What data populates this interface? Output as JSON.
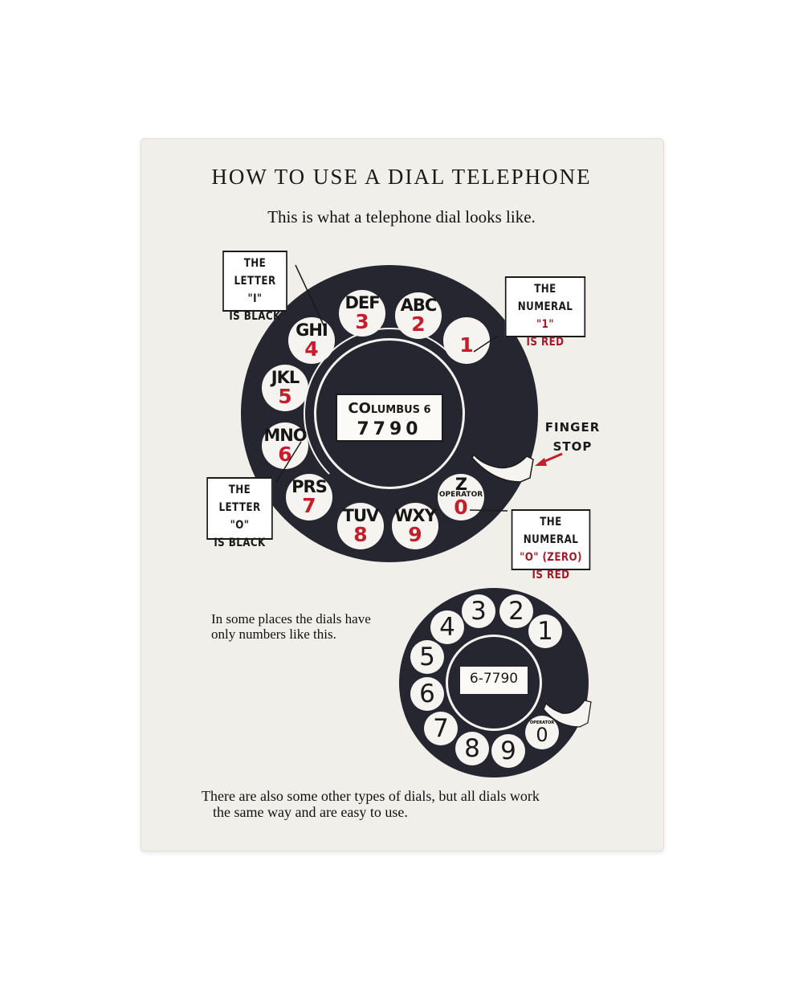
{
  "title": "HOW TO USE A DIAL TELEPHONE",
  "subtitle": "This is what a telephone dial looks like.",
  "main_dial": {
    "holes": [
      {
        "letters": "",
        "numeral": "1"
      },
      {
        "letters": "ABC",
        "numeral": "2"
      },
      {
        "letters": "DEF",
        "numeral": "3"
      },
      {
        "letters": "GHI",
        "numeral": "4"
      },
      {
        "letters": "JKL",
        "numeral": "5"
      },
      {
        "letters": "MNO",
        "numeral": "6"
      },
      {
        "letters": "PRS",
        "numeral": "7"
      },
      {
        "letters": "TUV",
        "numeral": "8"
      },
      {
        "letters": "WXY",
        "numeral": "9"
      },
      {
        "letters": "Z",
        "sublabel": "OPERATOR",
        "numeral": "0"
      }
    ],
    "center_line1_prefix": "CO",
    "center_line1_rest": "LUMBUS 6",
    "center_line2": "7790"
  },
  "callouts": {
    "letter_i": {
      "line1": "THE LETTER",
      "line2": "\"I\"",
      "line3": "IS BLACK"
    },
    "numeral_1": {
      "line1": "THE NUMERAL",
      "line2": "\"1\"",
      "line3": "IS RED"
    },
    "letter_o": {
      "line1": "THE LETTER",
      "line2": "\"O\"",
      "line3": "IS BLACK"
    },
    "numeral_0": {
      "line1": "THE NUMERAL",
      "line2": "\"O\" (ZERO)",
      "line3": "IS RED"
    },
    "finger_stop": {
      "line1": "FINGER",
      "line2": "STOP"
    }
  },
  "numbers_only_text": {
    "line1": "In some places the dials have",
    "line2": "only numbers like this."
  },
  "small_dial": {
    "holes": [
      "1",
      "2",
      "3",
      "4",
      "5",
      "6",
      "7",
      "8",
      "9",
      "0"
    ],
    "operator_label": "OPERATOR",
    "center": "6-7790"
  },
  "footer_text": {
    "line1": "There are also some other types of dials, but all dials work",
    "line2": "the same way and are easy to use."
  },
  "colors": {
    "dial": "#262630",
    "numeral_red": "#c41e2d",
    "paper": "#f1efea"
  }
}
